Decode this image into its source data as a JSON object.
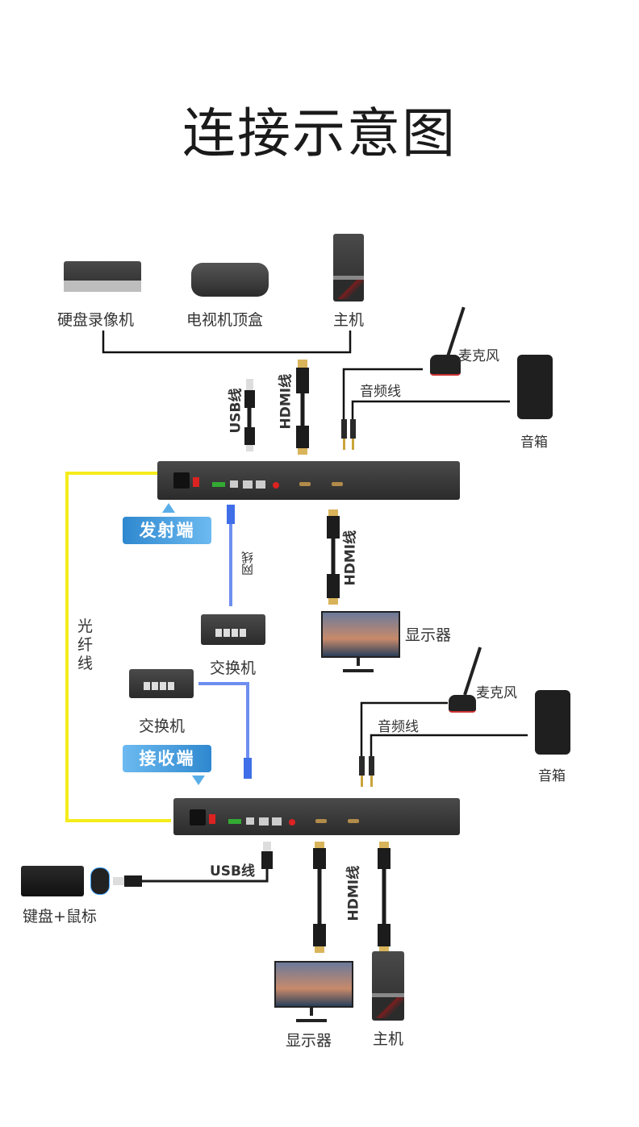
{
  "title": "连接示意图",
  "top_sources": {
    "nvr": "硬盘录像机",
    "settop_box": "电视机顶盒",
    "host": "主机"
  },
  "transmitter": {
    "badge": "发射端",
    "usb_cable": "USB线",
    "hdmi_cable": "HDMI线",
    "audio_cable": "音频线",
    "microphone": "麦克风",
    "speaker": "音箱",
    "hdmi_out_cable": "HDMI线",
    "monitor": "显示器",
    "network_cable": "网线",
    "switch": "交换机"
  },
  "fiber_label": "光纤线",
  "receiver": {
    "badge": "接收端",
    "switch": "交换机",
    "microphone": "麦克风",
    "speaker": "音箱",
    "audio_cable": "音频线",
    "usb_cable": "USB线",
    "hdmi_cable": "HDMI线",
    "keyboard_mouse": "键盘+鼠标",
    "monitor": "显示器",
    "host": "主机"
  },
  "colors": {
    "fiber": "#f5ec1a",
    "network": "#6d8ef0",
    "badge_dark": "#2f88cf",
    "badge_light": "#6cbaf0"
  }
}
